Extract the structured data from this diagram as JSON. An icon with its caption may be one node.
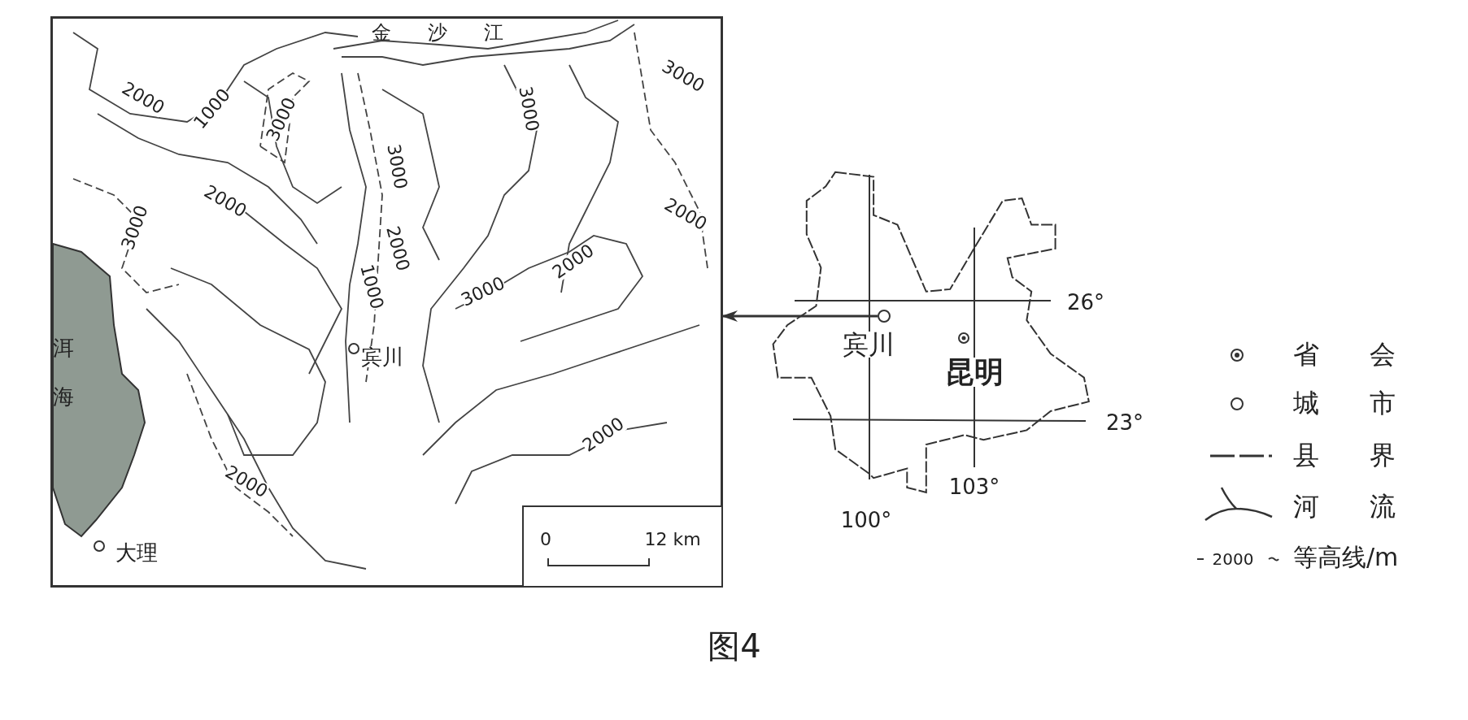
{
  "diagram": {
    "caption": "图4",
    "nodes": [
      {
        "text": [],
        "shape": "picture"
      },
      {
        "text": [],
        "shape": "circle"
      }
    ],
    "edges": [
      {
        "from": 1,
        "to": 0,
        "arrow": "to"
      }
    ],
    "labels": [
      "金沙江",
      "2000",
      "1000",
      "3000",
      "3000",
      "3000",
      "3000",
      "2000",
      "2000",
      "3000",
      "2000",
      "2000",
      "1000",
      "3000",
      "洱海",
      "宾川",
      "2000",
      "2000",
      "大理",
      "0",
      "12 km",
      "26°",
      "宾川",
      "昆明",
      "23°",
      "100°",
      "103°",
      "2000"
    ],
    "legend": [
      {
        "text": "省会"
      },
      {
        "text": "城市"
      },
      {
        "text": "县界"
      },
      {
        "text": "河流"
      },
      {
        "text": "等高线/m"
      }
    ]
  }
}
